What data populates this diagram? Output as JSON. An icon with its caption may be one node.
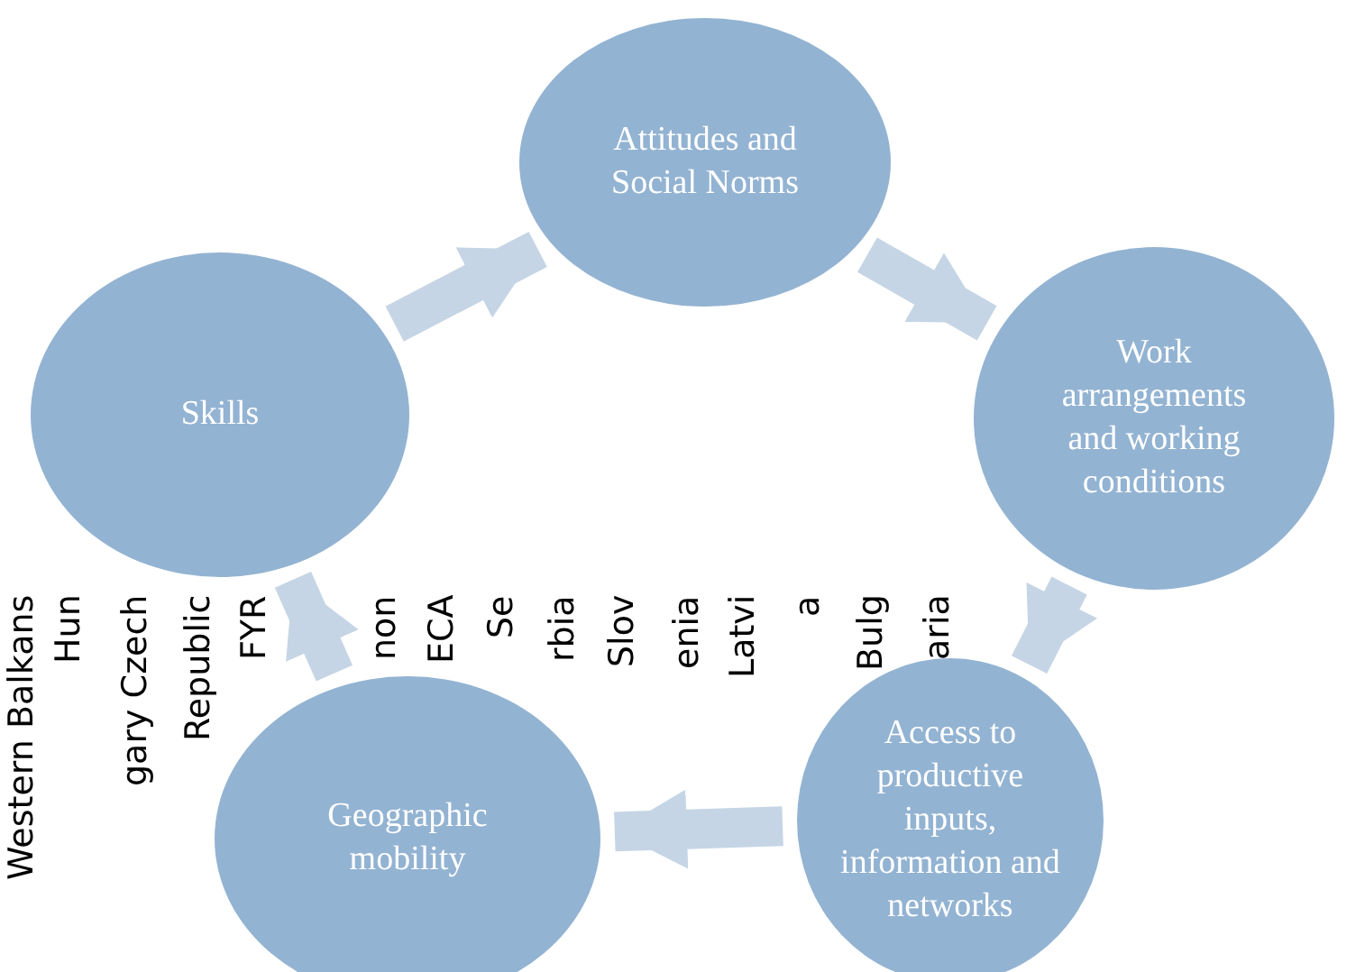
{
  "diagram": {
    "nodes": [
      {
        "text": [
          "Attitudes and Social Norms"
        ]
      },
      {
        "text": [
          "Work arrangements and working conditions"
        ]
      },
      {
        "text": [
          "Access to productive inputs, information and networks"
        ]
      },
      {
        "text": [
          "Geographic mobility"
        ]
      },
      {
        "text": [
          "Skills"
        ]
      }
    ],
    "edges": [
      {
        "from": 4,
        "to": 0,
        "arrow": "to"
      },
      {
        "from": 0,
        "to": 1,
        "arrow": "to"
      },
      {
        "from": 1,
        "to": 2,
        "arrow": "to"
      },
      {
        "from": 2,
        "to": 3,
        "arrow": "to"
      },
      {
        "from": 3,
        "to": 4,
        "arrow": "to"
      }
    ],
    "labels": [
      "Western Balkans",
      "Hun",
      "gary Czech",
      "Republic",
      "FYR",
      "non",
      "ECA",
      "Se",
      "rbia",
      "Slov",
      "enia",
      "Latvi",
      "a",
      "Bulg",
      "aria"
    ]
  }
}
